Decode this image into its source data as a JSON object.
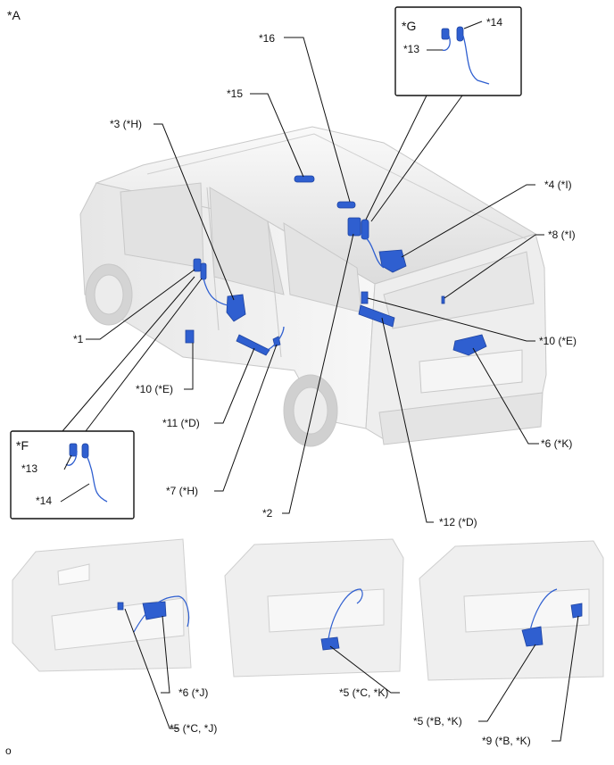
{
  "view_label": "*A",
  "inset_g": {
    "label": "*G",
    "callouts": [
      "*13",
      "*14"
    ]
  },
  "inset_f": {
    "label": "*F",
    "callouts": [
      "*13",
      "*14"
    ]
  },
  "callouts": {
    "c16": "*16",
    "c15": "*15",
    "c3": "*3 (*H)",
    "c4": "*4 (*I)",
    "c8": "*8 (*I)",
    "c1": "*1",
    "c10e_right": "*10 (*E)",
    "c10e_left": "*10 (*E)",
    "c6k": "*6 (*K)",
    "c11d": "*11 (*D)",
    "c7h": "*7 (*H)",
    "c2": "*2",
    "c12d": "*12 (*D)",
    "c6j": "*6 (*J)",
    "c5cj": "*5 (*C, *J)",
    "c5ck": "*5 (*C, *K)",
    "c5bk": "*5 (*B, *K)",
    "c9bk": "*9 (*B, *K)"
  },
  "footer_code": "o",
  "colors": {
    "part_blue": "#2f5fd0",
    "body_fill": "#f2f2f2",
    "body_shade": "#d9d9d9",
    "line": "#111111"
  }
}
